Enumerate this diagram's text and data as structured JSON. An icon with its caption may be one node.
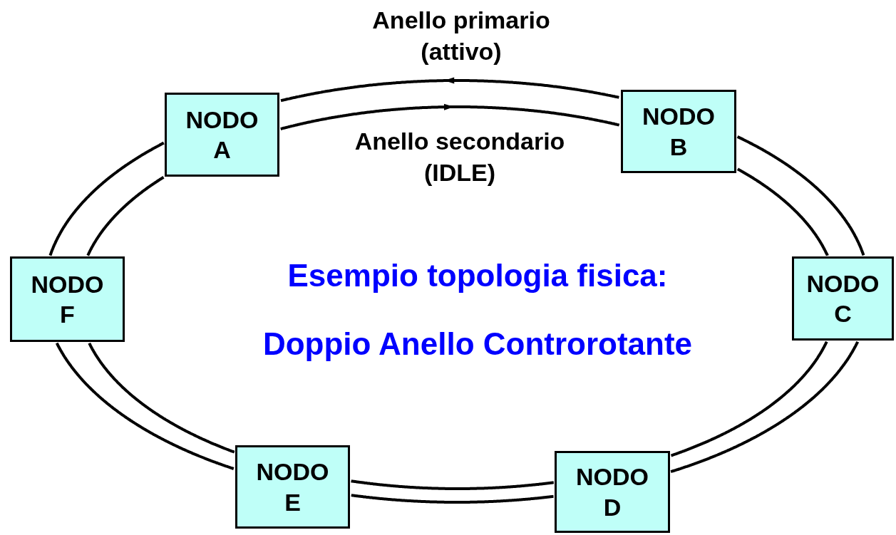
{
  "diagram": {
    "nodes": [
      {
        "text": [
          "NODO A"
        ]
      },
      {
        "text": [
          "NODO B"
        ]
      },
      {
        "text": [
          "NODO F"
        ]
      },
      {
        "text": [
          "NODO C"
        ]
      },
      {
        "text": [
          "NODO E"
        ]
      },
      {
        "text": [
          "NODO D"
        ]
      }
    ],
    "edges": [
      {
        "from": 1,
        "to": 0,
        "arrow": "to"
      },
      {
        "from": 3,
        "to": 1,
        "arrow": "none"
      },
      {
        "from": 5,
        "to": 3,
        "arrow": "none"
      },
      {
        "from": 4,
        "to": 5,
        "arrow": "none"
      },
      {
        "from": 2,
        "to": 4,
        "arrow": "none"
      },
      {
        "from": 0,
        "to": 2,
        "arrow": "none"
      },
      {
        "from": 0,
        "to": 1,
        "arrow": "to"
      },
      {
        "from": 1,
        "to": 3,
        "arrow": "none"
      },
      {
        "from": 3,
        "to": 5,
        "arrow": "none"
      },
      {
        "from": 5,
        "to": 4,
        "arrow": "none"
      },
      {
        "from": 4,
        "to": 2,
        "arrow": "none"
      },
      {
        "from": 2,
        "to": 0,
        "arrow": "none"
      }
    ],
    "labels": [
      "Anello primario (attivo)",
      "Anello secondario (IDLE)",
      "Esempio topologia fisica:",
      "Doppio Anello Controrotante"
    ]
  }
}
